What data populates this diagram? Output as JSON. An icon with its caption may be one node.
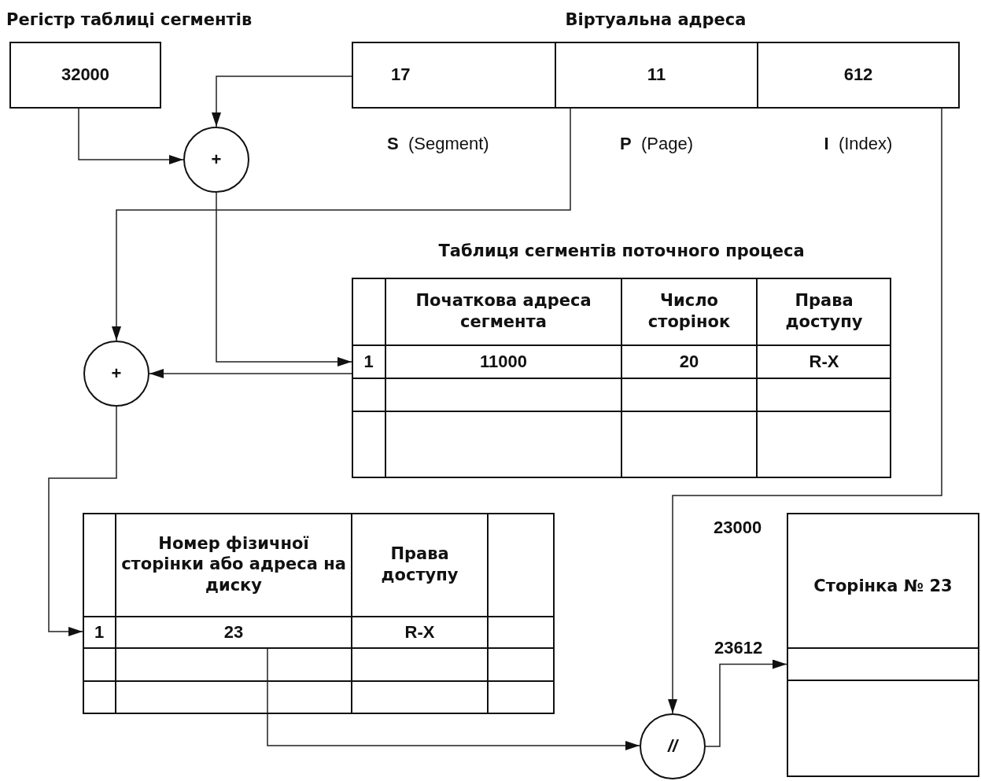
{
  "diagram": {
    "nodes": [
      {
        "text": [
          "32000"
        ]
      },
      {
        "text": [
          "Віртуальна адреса"
        ]
      },
      {
        "text": [
          "17"
        ],
        "in": 1,
        "beside": [
          "**S**  (Segment)"
        ]
      },
      {
        "text": [
          "11"
        ],
        "in": 1,
        "beside": [
          "**P**  (Page)"
        ]
      },
      {
        "text": [
          "612"
        ],
        "in": 1,
        "beside": [
          "**I**  (Index)"
        ]
      },
      {
        "text": [
          "+"
        ]
      },
      {
        "text": [
          "Таблиця сегментів поточного процеса",
          "Початкова адреса сегмента",
          "Число сторінок",
          "Права доступу"
        ]
      },
      {
        "text": [
          "1",
          "11000",
          "20",
          "R-X"
        ],
        "in": 6
      },
      {
        "text": [
          "+"
        ]
      },
      {
        "text": [
          "Номер фізичної сторінки або адреса на диску",
          "Права доступу"
        ]
      },
      {
        "text": [
          "1",
          "23",
          "R-X"
        ],
        "in": 9
      },
      {
        "text": [
          "//"
        ]
      },
      {
        "text": [
          "Сторінка № 23"
        ],
        "beside": [
          "23000"
        ]
      },
      {
        "text": [],
        "shape": "box",
        "in": 12,
        "beside": [
          "23612"
        ]
      }
    ],
    "edges": [
      {
        "from": 2,
        "to": 5,
        "arrow": "to"
      },
      {
        "from": 0,
        "to": 5,
        "arrow": "to"
      },
      {
        "from": 3,
        "to": 8,
        "arrow": "to"
      },
      {
        "from": 5,
        "to": 7,
        "arrow": "to"
      },
      {
        "from": 7,
        "to": 8,
        "arrow": "to"
      },
      {
        "from": 8,
        "to": 10,
        "arrow": "to"
      },
      {
        "from": 10,
        "to": 11,
        "arrow": "to"
      },
      {
        "from": 4,
        "to": 11,
        "arrow": "to"
      },
      {
        "from": 11,
        "to": 13,
        "arrow": "to"
      }
    ],
    "labels": [
      "Регістр таблиці сегментів"
    ]
  }
}
